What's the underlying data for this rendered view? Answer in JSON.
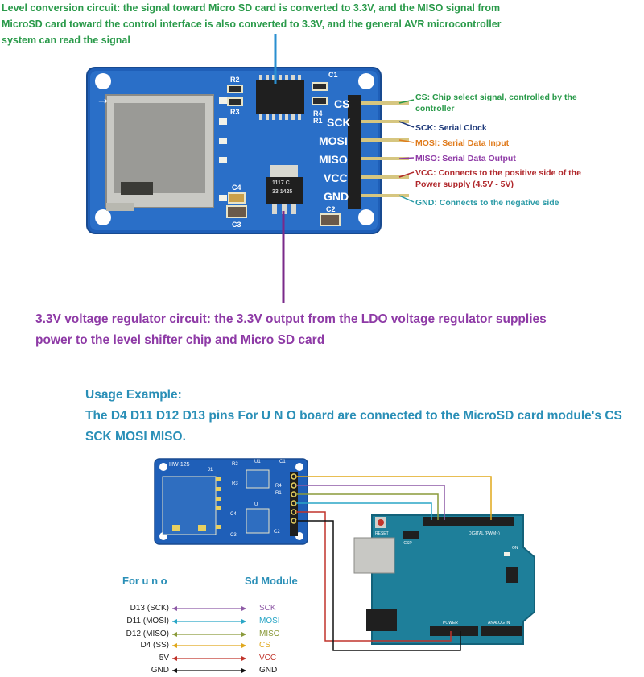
{
  "top_note": "Level conversion circuit: the signal toward Micro SD card is converted to 3.3V, and the MISO signal from MicroSD card toward the control interface is also converted to 3.3V, and the general AVR microcontroller system can read the signal",
  "board_silk": {
    "pins": [
      "CS",
      "SCK",
      "MOSI",
      "MISO",
      "VCC",
      "GND"
    ],
    "r2": "R2",
    "r3": "R3",
    "r4": "R4",
    "r1": "R1",
    "c1": "C1",
    "c2": "C2",
    "c3": "C3",
    "c4": "C4",
    "ldo": "1117 C\n33  1425"
  },
  "callouts": [
    {
      "text": "CS: Chip select signal, controlled by the controller",
      "color": "#2a9a4a"
    },
    {
      "text": "SCK: Serial Clock",
      "color": "#1f3a7a"
    },
    {
      "text": "MOSI: Serial Data Input",
      "color": "#e07b1c"
    },
    {
      "text": "MISO: Serial Data Output",
      "color": "#8e3aa6"
    },
    {
      "text": "VCC: Connects to the positive side of the Power supply (4.5V - 5V)",
      "color": "#b0272b"
    },
    {
      "text": "GND: Connects to the negative side",
      "color": "#2a9aa6"
    }
  ],
  "ldo_note": "3.3V voltage regulator circuit: the 3.3V output from the LDO voltage regulator supplies power to the level shifter chip and Micro SD card",
  "usage": {
    "title": "Usage Example:",
    "body": "The D4 D11 D12 D13 pins For U N O board are connected to the MicroSD card module's CS SCK MOSI MISO."
  },
  "small_board": {
    "label": "HW-125",
    "u1": "U1",
    "u": "U",
    "j1": "J1",
    "r2": "R2",
    "r3": "R3",
    "r4": "R4",
    "r1": "R1",
    "c1": "C1",
    "c2": "C2",
    "c3": "C3",
    "c4": "C4"
  },
  "arduino": {
    "reset": "RESET",
    "icsp": "ICSP",
    "digital": "DIGITAL (PWM~)",
    "power": "POWER",
    "analog": "ANALOG IN",
    "on": "ON"
  },
  "mapping": {
    "left_header": "For u n o",
    "right_header": "Sd Module",
    "rows": [
      {
        "left": "D13 (SCK)",
        "right": "SCK",
        "color": "#8e5aa6"
      },
      {
        "left": "D11 (MOSI)",
        "right": "MOSI",
        "color": "#2aa6c6"
      },
      {
        "left": "D12 (MISO)",
        "right": "MISO",
        "color": "#8a9a3a"
      },
      {
        "left": "D4 (SS)",
        "right": "CS",
        "color": "#e0a81c"
      },
      {
        "left": "5V",
        "right": "VCC",
        "color": "#c0342b"
      },
      {
        "left": "GND",
        "right": "GND",
        "color": "#111111"
      }
    ]
  }
}
